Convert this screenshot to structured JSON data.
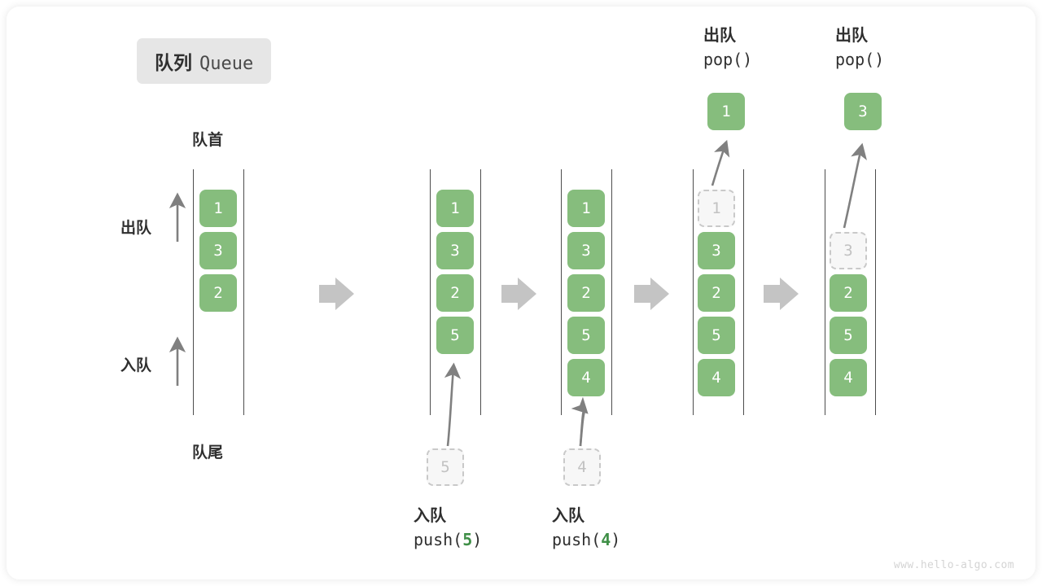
{
  "title": {
    "cn": "队列",
    "en": "Queue"
  },
  "labels": {
    "head": "队首",
    "tail": "队尾",
    "dequeue": "出队",
    "enqueue": "入队"
  },
  "watermark": "www.hello-algo.com",
  "colors": {
    "cell_fill": "#86bd7d",
    "cell_text": "#ffffff",
    "ghost_fill": "#f7f7f7",
    "ghost_border": "#c9c9c9",
    "ghost_text": "#c2c2c2",
    "rail": "#4d4d4d",
    "arrow": "#808080",
    "step_arrow": "#c4c4c4",
    "accent_green": "#3f8f47",
    "badge_bg": "#e6e6e6",
    "text": "#2f2f2f"
  },
  "steps": [
    {
      "id": "initial",
      "cells": [
        "1",
        "3",
        "2"
      ],
      "ghost_top": null,
      "pushed": null,
      "popped": null,
      "op_cn": "",
      "op_code": "",
      "op_arg": ""
    },
    {
      "id": "push-5",
      "cells": [
        "1",
        "3",
        "2",
        "5"
      ],
      "ghost_in": "5",
      "op_cn": "入队",
      "op_code_prefix": "push(",
      "op_arg": "5",
      "op_code_suffix": ")"
    },
    {
      "id": "push-4",
      "cells": [
        "1",
        "3",
        "2",
        "5",
        "4"
      ],
      "ghost_in": "4",
      "op_cn": "入队",
      "op_code_prefix": "push(",
      "op_arg": "4",
      "op_code_suffix": ")"
    },
    {
      "id": "pop-1",
      "ghost_head": "1",
      "cells": [
        "3",
        "2",
        "5",
        "4"
      ],
      "popped": "1",
      "op_cn": "出队",
      "op_code_prefix": "pop(",
      "op_arg": "",
      "op_code_suffix": ")"
    },
    {
      "id": "pop-3",
      "ghost_head": "3",
      "cells": [
        "2",
        "5",
        "4"
      ],
      "popped": "3",
      "op_cn": "出队",
      "op_code_prefix": "pop(",
      "op_arg": "",
      "op_code_suffix": ")"
    }
  ],
  "step_arrows": 4
}
